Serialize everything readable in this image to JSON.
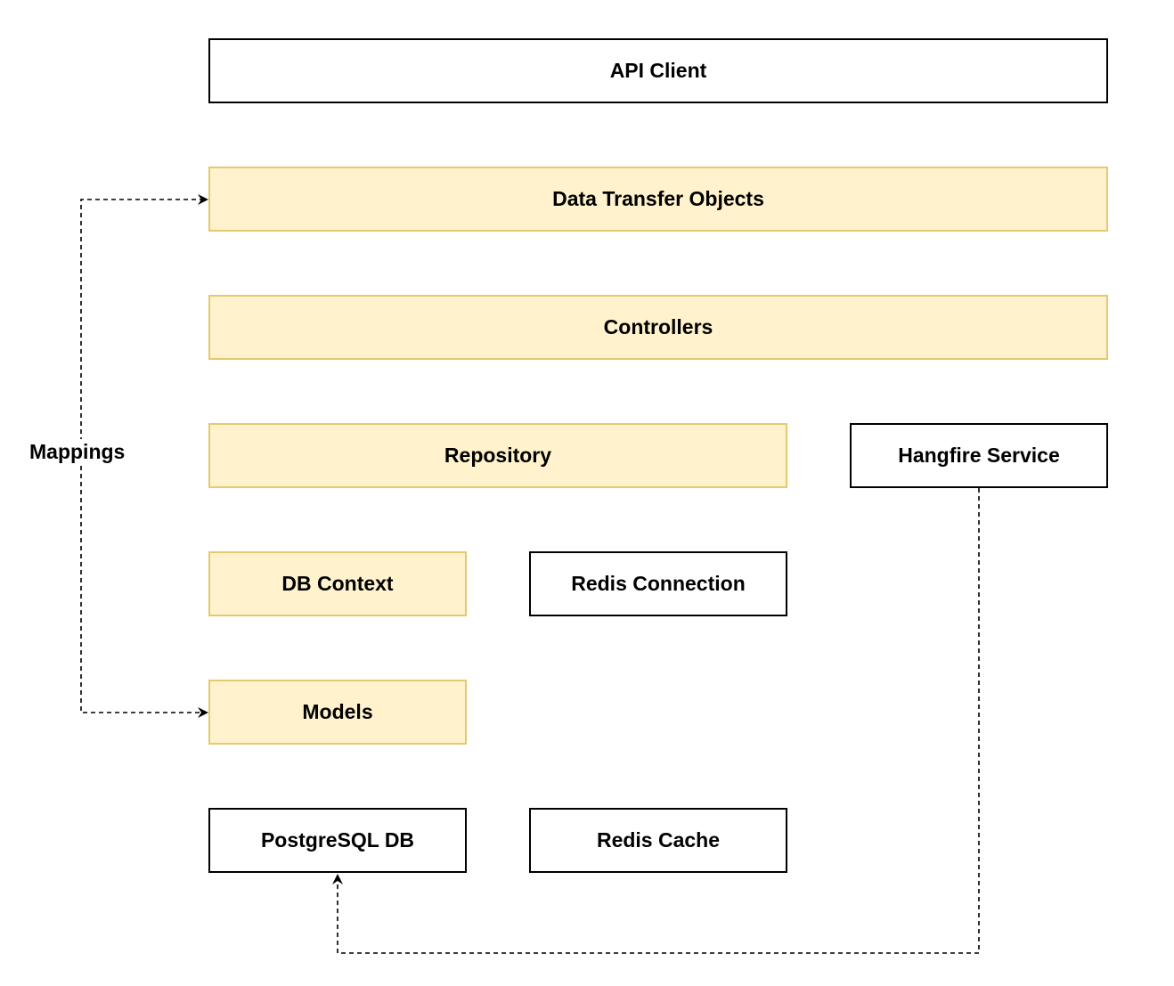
{
  "diagram": {
    "nodes": {
      "api_client": "API Client",
      "dto": "Data Transfer Objects",
      "controllers": "Controllers",
      "repository": "Repository",
      "hangfire": "Hangfire Service",
      "db_context": "DB Context",
      "redis_connection": "Redis Connection",
      "models": "Models",
      "postgres": "PostgreSQL DB",
      "redis_cache": "Redis Cache"
    },
    "edges": {
      "mappings_label": "Mappings"
    },
    "colors": {
      "layer_fill": "#fff2cc",
      "layer_border": "#e6c86e",
      "plain_fill": "#ffffff",
      "plain_border": "#000000",
      "edge": "#000000"
    }
  }
}
